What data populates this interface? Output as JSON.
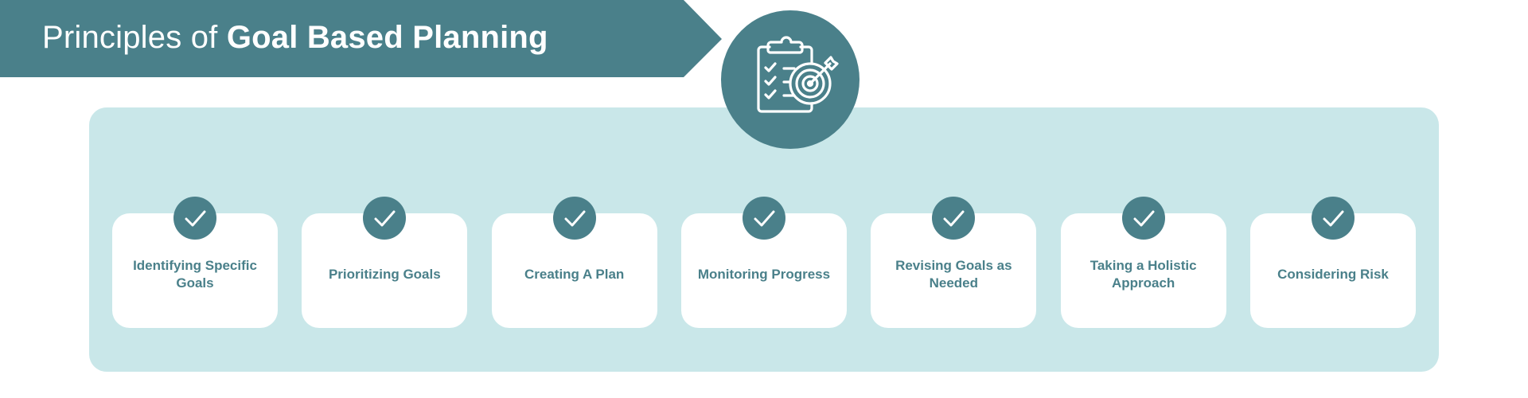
{
  "header": {
    "title_light": "Principles of",
    "title_bold": "Goal Based Planning"
  },
  "hero_icon": "clipboard-target-icon",
  "colors": {
    "primary": "#4a808a",
    "panel": "#c9e7e9",
    "card": "#ffffff",
    "text_on_primary": "#ffffff"
  },
  "principles": [
    {
      "label": "Identifying Specific Goals",
      "icon": "check-icon"
    },
    {
      "label": "Prioritizing Goals",
      "icon": "check-icon"
    },
    {
      "label": "Creating A Plan",
      "icon": "check-icon"
    },
    {
      "label": "Monitoring Progress",
      "icon": "check-icon"
    },
    {
      "label": "Revising Goals as Needed",
      "icon": "check-icon"
    },
    {
      "label": "Taking a Holistic Approach",
      "icon": "check-icon"
    },
    {
      "label": "Considering Risk",
      "icon": "check-icon"
    }
  ]
}
